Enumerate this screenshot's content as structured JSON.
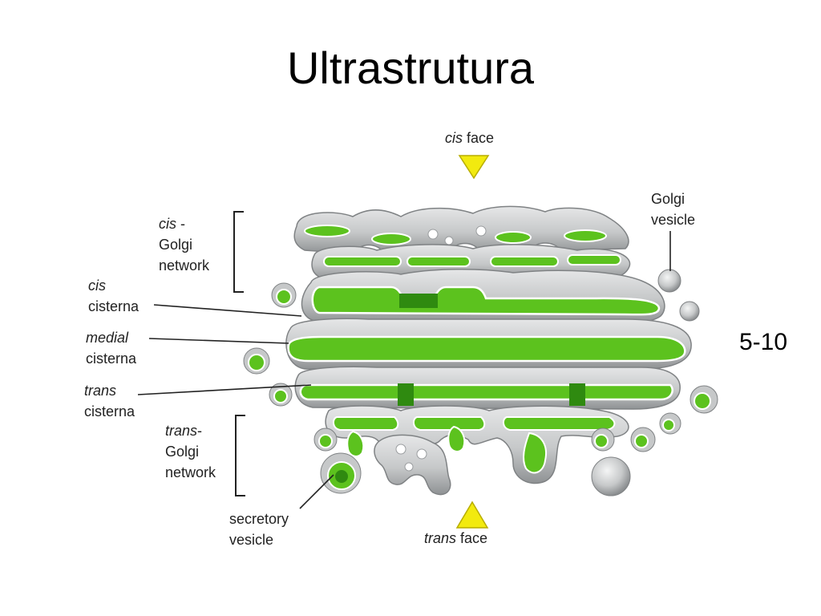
{
  "slide": {
    "title": "Ultrastrutura",
    "page_number": "5-10"
  },
  "diagram": {
    "labels": {
      "cis_face_italic": "cis",
      "cis_face_rest": " face",
      "trans_face_italic": "trans",
      "trans_face_rest": " face",
      "golgi_vesicle_line1": "Golgi",
      "golgi_vesicle_line2": "vesicle",
      "cis_golgi_network_line1_italic": "cis",
      "cis_golgi_network_line1_rest": " -",
      "cis_golgi_network_line2": "Golgi",
      "cis_golgi_network_line3": "network",
      "cis_cisterna_italic": "cis",
      "cis_cisterna_rest": "cisterna",
      "medial_cisterna_italic": "medial",
      "medial_cisterna_rest": "cisterna",
      "trans_cisterna_italic": "trans",
      "trans_cisterna_rest": "cisterna",
      "trans_golgi_network_line1_italic": "trans",
      "trans_golgi_network_line1_rest": "-",
      "trans_golgi_network_line2": "Golgi",
      "trans_golgi_network_line3": "network",
      "secretory_vesicle_line1": "secretory",
      "secretory_vesicle_line2": "vesicle"
    },
    "colors": {
      "lumen_green": "#5cc21e",
      "dark_green": "#2f8a10",
      "membrane_gray": "#c9cbcc",
      "membrane_shadow": "#8e9193",
      "arrow_yellow": "#f2ea0f"
    }
  }
}
